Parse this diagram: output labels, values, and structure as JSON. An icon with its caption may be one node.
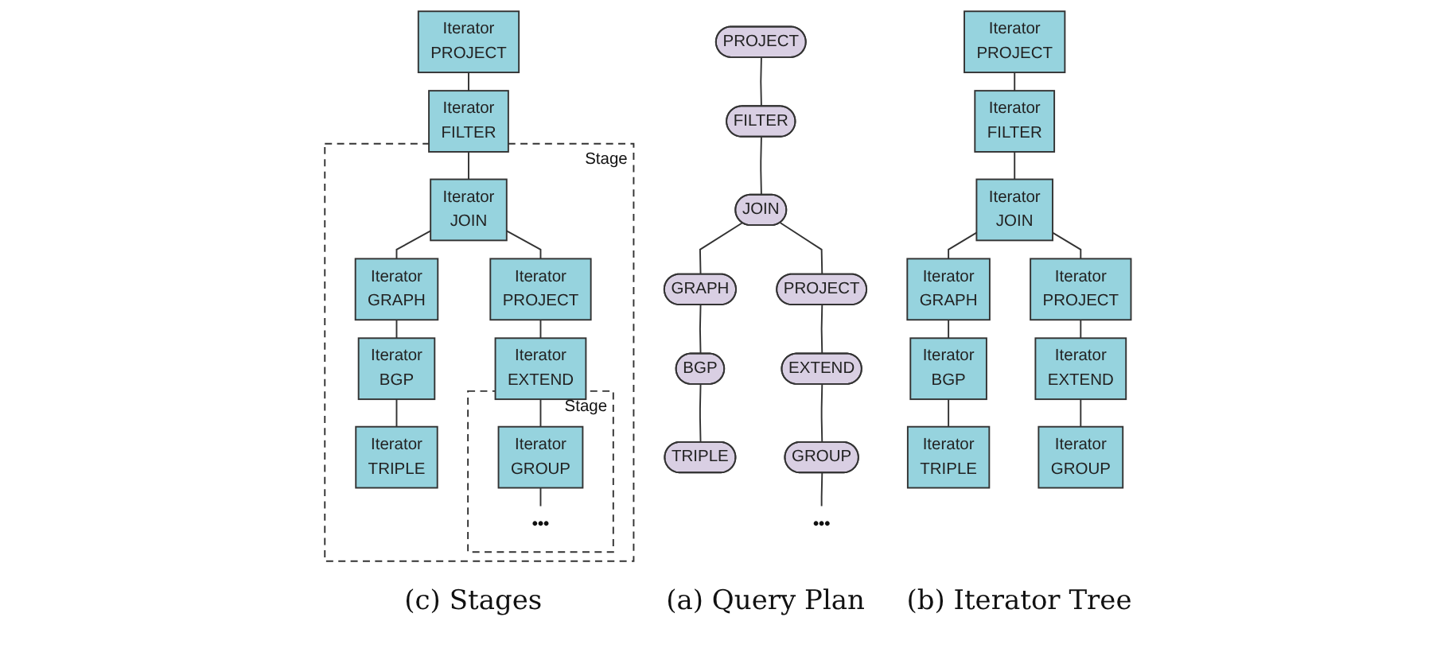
{
  "diagram": {
    "nodes": [
      {
        "text": [
          "PROJECT"
        ]
      },
      {
        "text": [
          "FILTER"
        ]
      },
      {
        "text": [
          "JOIN"
        ]
      },
      {
        "text": [
          "GRAPH"
        ]
      },
      {
        "text": [
          "PROJECT"
        ]
      },
      {
        "text": [
          "BGP"
        ]
      },
      {
        "text": [
          "EXTEND"
        ]
      },
      {
        "text": [
          "TRIPLE"
        ]
      },
      {
        "text": [
          "GROUP"
        ]
      },
      {
        "text": [
          "•••"
        ]
      },
      {
        "text": [
          "Iterator",
          "PROJECT"
        ]
      },
      {
        "text": [
          "Iterator",
          "FILTER"
        ]
      },
      {
        "text": [
          "Iterator",
          "JOIN"
        ]
      },
      {
        "text": [
          "Iterator",
          "GRAPH"
        ]
      },
      {
        "text": [
          "Iterator",
          "PROJECT"
        ]
      },
      {
        "text": [
          "Iterator",
          "BGP"
        ]
      },
      {
        "text": [
          "Iterator",
          "EXTEND"
        ]
      },
      {
        "text": [
          "Iterator",
          "TRIPLE"
        ]
      },
      {
        "text": [
          "Iterator",
          "GROUP"
        ]
      },
      {
        "text": [
          "Iterator",
          "PROJECT"
        ]
      },
      {
        "text": [
          "Iterator",
          "FILTER"
        ]
      },
      {
        "text": [
          "Stage"
        ]
      },
      {
        "text": [
          "Iterator",
          "JOIN"
        ],
        "in": 21
      },
      {
        "text": [
          "Iterator",
          "GRAPH"
        ],
        "in": 21
      },
      {
        "text": [
          "Iterator",
          "PROJECT"
        ],
        "in": 21
      },
      {
        "text": [
          "Iterator",
          "BGP"
        ],
        "in": 21
      },
      {
        "text": [
          "Iterator",
          "EXTEND"
        ],
        "in": 21
      },
      {
        "text": [
          "Iterator",
          "TRIPLE"
        ],
        "in": 21
      },
      {
        "text": [
          "Stage"
        ],
        "in": 21
      },
      {
        "text": [
          "Iterator",
          "GROUP"
        ],
        "in": 28
      },
      {
        "text": [
          "•••"
        ],
        "in": 28
      }
    ],
    "edges": [
      {
        "from": 0,
        "to": 1,
        "arrow": "none"
      },
      {
        "from": 1,
        "to": 2,
        "arrow": "none"
      },
      {
        "from": 2,
        "to": 3,
        "arrow": "none"
      },
      {
        "from": 2,
        "to": 4,
        "arrow": "none"
      },
      {
        "from": 3,
        "to": 5,
        "arrow": "none"
      },
      {
        "from": 4,
        "to": 6,
        "arrow": "none"
      },
      {
        "from": 5,
        "to": 7,
        "arrow": "none"
      },
      {
        "from": 6,
        "to": 8,
        "arrow": "none"
      },
      {
        "from": 8,
        "to": 9,
        "arrow": "none"
      },
      {
        "from": 10,
        "to": 11,
        "arrow": "none"
      },
      {
        "from": 11,
        "to": 12,
        "arrow": "none"
      },
      {
        "from": 12,
        "to": 13,
        "arrow": "none"
      },
      {
        "from": 12,
        "to": 14,
        "arrow": "none"
      },
      {
        "from": 13,
        "to": 15,
        "arrow": "none"
      },
      {
        "from": 14,
        "to": 16,
        "arrow": "none"
      },
      {
        "from": 15,
        "to": 17,
        "arrow": "none"
      },
      {
        "from": 16,
        "to": 18,
        "arrow": "none"
      },
      {
        "from": 19,
        "to": 20,
        "arrow": "none"
      },
      {
        "from": 20,
        "to": 22,
        "arrow": "none"
      },
      {
        "from": 22,
        "to": 23,
        "arrow": "none"
      },
      {
        "from": 22,
        "to": 24,
        "arrow": "none"
      },
      {
        "from": 23,
        "to": 25,
        "arrow": "none"
      },
      {
        "from": 24,
        "to": 26,
        "arrow": "none"
      },
      {
        "from": 25,
        "to": 27,
        "arrow": "none"
      },
      {
        "from": 26,
        "to": 29,
        "arrow": "none"
      },
      {
        "from": 29,
        "to": 30,
        "arrow": "none"
      }
    ],
    "labels": [
      "(a) Query Plan",
      "(b) Iterator Tree",
      "(c) Stages"
    ]
  }
}
